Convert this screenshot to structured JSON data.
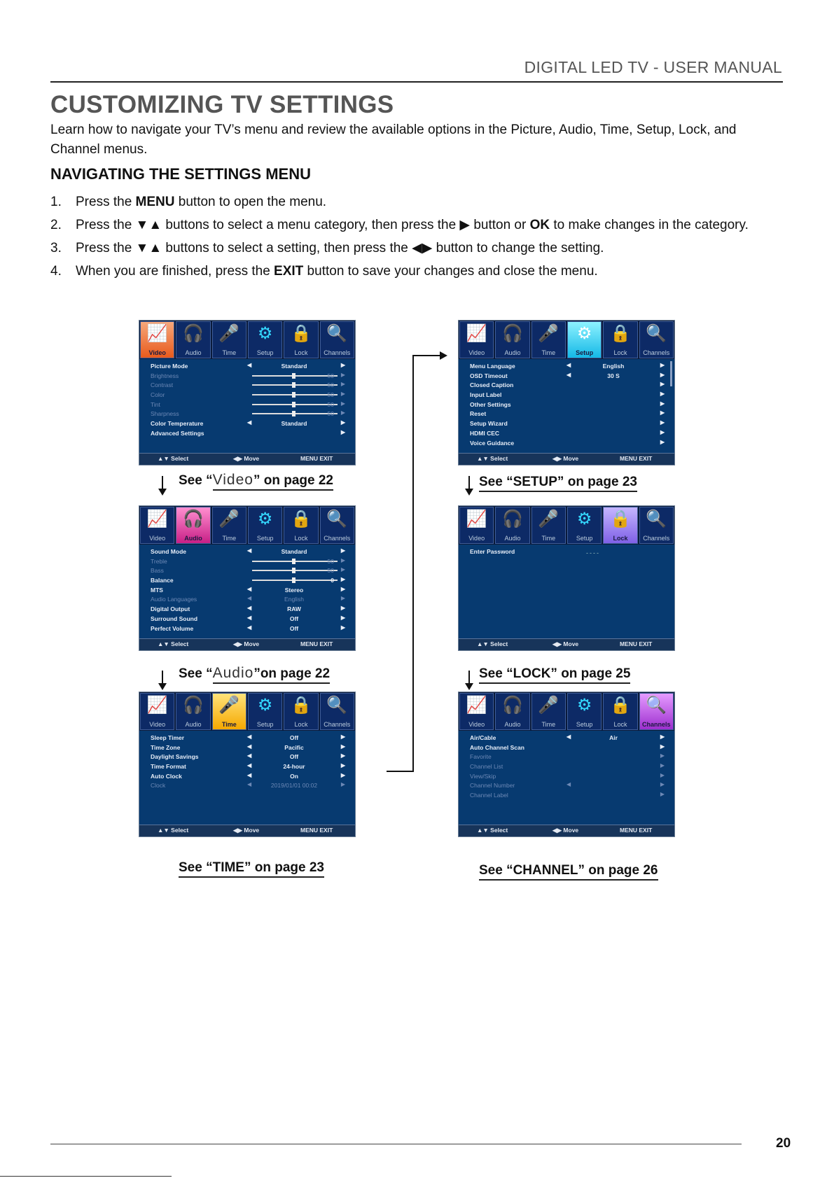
{
  "header": {
    "title": "DIGITAL LED TV - USER MANUAL"
  },
  "page": {
    "title": "CUSTOMIZING TV SETTINGS",
    "intro": "Learn how to navigate your TV’s menu and review the available options in the Picture, Audio, Time, Setup, Lock, and Channel menus.",
    "section_title": "NAVIGATING THE SETTINGS MENU",
    "steps": [
      {
        "num": "1.",
        "a": "Press the ",
        "b": "MENU",
        "c": " button to open the menu."
      },
      {
        "num": "2.",
        "a": "Press the ▼▲ buttons to select a menu category, then press the ▶ button or ",
        "b": "OK",
        "c": " to make changes in the category."
      },
      {
        "num": "3.",
        "a": "Press the ▼▲ buttons to select a setting, then press the ◀▶ button to change the setting.",
        "b": "",
        "c": ""
      },
      {
        "num": "4.",
        "a": "When you are finished, press the ",
        "b": "EXIT",
        "c": " button to save your changes and close the menu."
      }
    ],
    "page_number": "20"
  },
  "menu": {
    "tabs": [
      "Video",
      "Audio",
      "Time",
      "Setup",
      "Lock",
      "Channels"
    ],
    "footer": {
      "select": "Select",
      "move": "Move",
      "exit": "EXIT"
    }
  },
  "screens": {
    "video": {
      "rows": [
        {
          "label": "Picture Mode",
          "value": "Standard"
        },
        {
          "label": "Brightness",
          "slider": "50"
        },
        {
          "label": "Contrast",
          "slider": "50"
        },
        {
          "label": "Color",
          "slider": "50"
        },
        {
          "label": "Tint",
          "slider": "50"
        },
        {
          "label": "Sharpness",
          "slider": "50"
        },
        {
          "label": "Color Temperature",
          "value": "Standard"
        },
        {
          "label": "Advanced Settings"
        }
      ]
    },
    "audio": {
      "rows": [
        {
          "label": "Sound Mode",
          "value": "Standard"
        },
        {
          "label": "Treble",
          "slider": "50"
        },
        {
          "label": "Bass",
          "slider": "50"
        },
        {
          "label": "Balance",
          "slider": "0"
        },
        {
          "label": "MTS",
          "value": "Stereo"
        },
        {
          "label": "Audio Languages",
          "value": "English"
        },
        {
          "label": "Digital Output",
          "value": "RAW"
        },
        {
          "label": "Surround Sound",
          "value": "Off"
        },
        {
          "label": "Perfect Volume",
          "value": "Off"
        }
      ]
    },
    "time": {
      "rows": [
        {
          "label": "Sleep Timer",
          "value": "Off"
        },
        {
          "label": "Time Zone",
          "value": "Pacific"
        },
        {
          "label": "Daylight Savings",
          "value": "Off"
        },
        {
          "label": "Time Format",
          "value": "24-hour"
        },
        {
          "label": "Auto Clock",
          "value": "On"
        },
        {
          "label": "Clock",
          "value": "2019/01/01 00:02"
        }
      ]
    },
    "setup": {
      "rows": [
        {
          "label": "Menu Language",
          "value": "English"
        },
        {
          "label": "OSD Timeout",
          "value": "30 S"
        },
        {
          "label": "Closed Caption"
        },
        {
          "label": "Input Label"
        },
        {
          "label": "Other Settings"
        },
        {
          "label": "Reset"
        },
        {
          "label": "Setup Wizard"
        },
        {
          "label": "HDMI CEC"
        },
        {
          "label": "Voice Guidance"
        }
      ]
    },
    "lock": {
      "rows": [
        {
          "label": "Enter Password"
        }
      ],
      "password_mask": "----"
    },
    "channels": {
      "rows": [
        {
          "label": "Air/Cable",
          "value": "Air"
        },
        {
          "label": "Auto Channel Scan"
        },
        {
          "label": "Favorite"
        },
        {
          "label": "Channel List"
        },
        {
          "label": "View/Skip"
        },
        {
          "label": "Channel Number"
        },
        {
          "label": "Channel Label"
        }
      ]
    }
  },
  "captions": {
    "video": {
      "pre": "See “",
      "big": "Video",
      "post": "” on page 22"
    },
    "audio": {
      "pre": "See “",
      "big": "Audio",
      "post": "”on page 22"
    },
    "time": {
      "text": "See “TIME” on page 23"
    },
    "setup": {
      "text": "See “SETUP” on page 23"
    },
    "lock": {
      "text": "See “LOCK” on page 25"
    },
    "channel": {
      "text": "See “CHANNEL” on page 26"
    }
  }
}
